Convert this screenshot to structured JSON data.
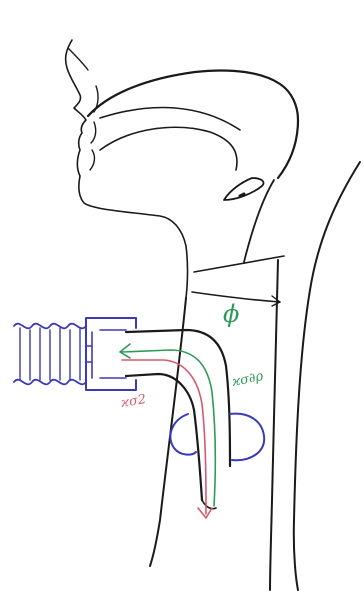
{
  "colors": {
    "ink": "#1a1a1a",
    "tube": "#3a3ab8",
    "green_path": "#2f9a57",
    "red_path": "#d65a6e"
  },
  "labels": {
    "phi": "ϕ",
    "green_annotation": "ϰσ∂ρ",
    "red_annotation": "ϰσ2"
  },
  "icons": {
    "phi": "greek-phi-glyph"
  }
}
